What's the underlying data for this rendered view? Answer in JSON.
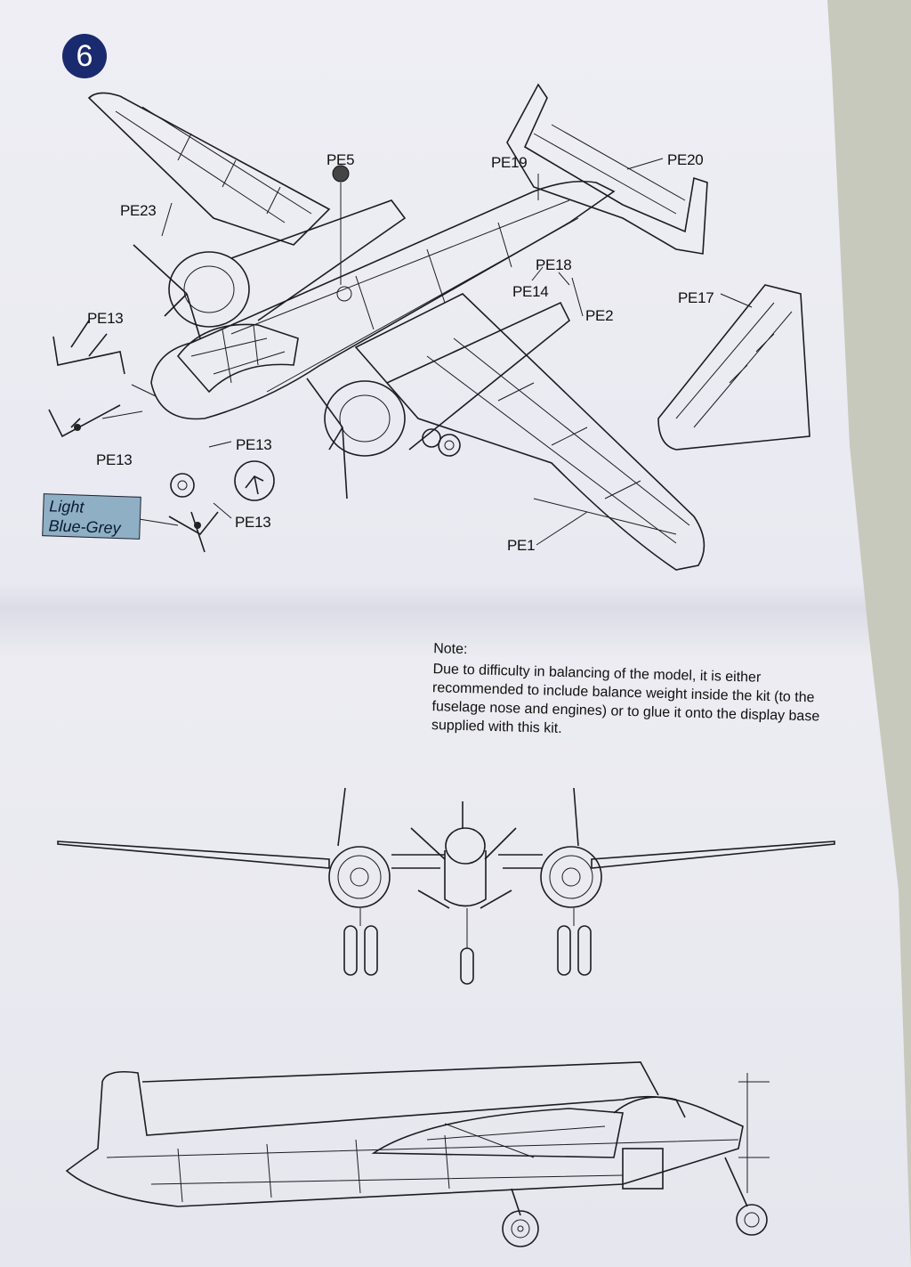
{
  "step": {
    "number": "6"
  },
  "callouts": {
    "pe5": "PE5",
    "pe19": "PE19",
    "pe20": "PE20",
    "pe23": "PE23",
    "pe18": "PE18",
    "pe14": "PE14",
    "pe2": "PE2",
    "pe17": "PE17",
    "pe13_a": "PE13",
    "pe13_b": "PE13",
    "pe13_c": "PE13",
    "pe13_d": "PE13",
    "pe1": "PE1"
  },
  "color_callout": {
    "line1": "Light",
    "line2": "Blue-Grey",
    "hex": "#8fb0c4"
  },
  "note": {
    "title": "Note:",
    "body": "Due to difficulty in balancing of the model, it is either recommended to include balance weight inside the kit (to the fuselage nose and engines) or to glue it onto the display base supplied with this kit."
  },
  "colors": {
    "badge": "#1a2a6e",
    "ink": "#1c1c22",
    "paper": "#ececf2"
  }
}
